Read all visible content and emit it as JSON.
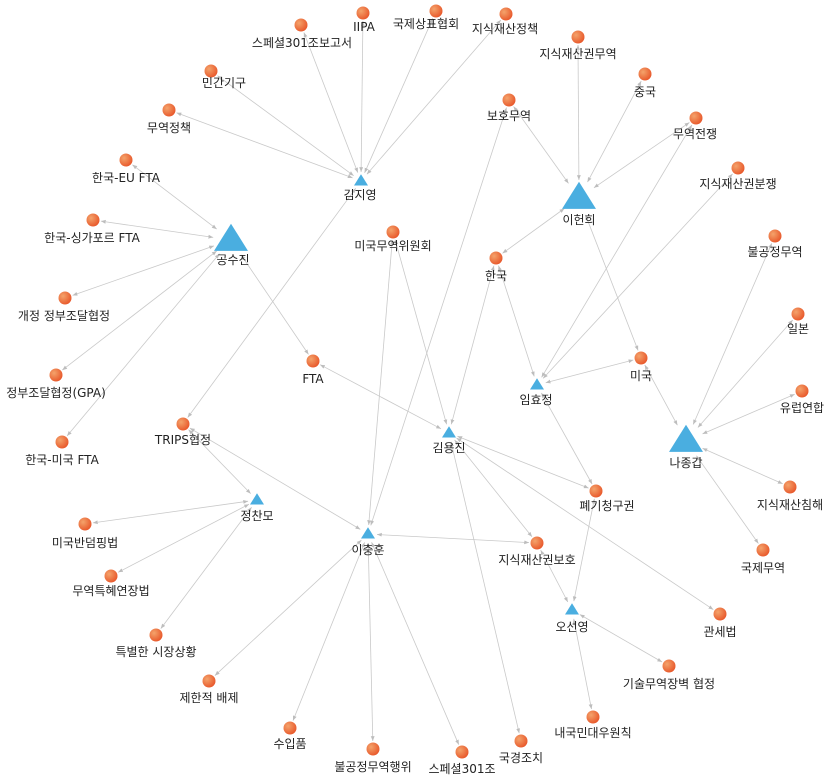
{
  "colors": {
    "author": "#4aaee0",
    "keyword": "#e8572a",
    "keyword_highlight": "#f4a36b",
    "edge": "#c9c9c9",
    "label": "#222222"
  },
  "nodes": [
    {
      "id": "kimjiyoung",
      "label": "김지영",
      "type": "author",
      "size": "small"
    },
    {
      "id": "gongsujin",
      "label": "공수진",
      "type": "author",
      "size": "large"
    },
    {
      "id": "leeheonhee",
      "label": "이헌희",
      "type": "author",
      "size": "large"
    },
    {
      "id": "limhyojung",
      "label": "임효정",
      "type": "author",
      "size": "small"
    },
    {
      "id": "najonggap",
      "label": "나종갑",
      "type": "author",
      "size": "large"
    },
    {
      "id": "kimyongjin",
      "label": "김용진",
      "type": "author",
      "size": "small"
    },
    {
      "id": "jeongchanmo",
      "label": "정찬모",
      "type": "author",
      "size": "small"
    },
    {
      "id": "leechunghoon",
      "label": "이충훈",
      "type": "author",
      "size": "small"
    },
    {
      "id": "ohseonyoung",
      "label": "오선영",
      "type": "author",
      "size": "small"
    },
    {
      "id": "k_special301report",
      "label": "스페셜301조보고서",
      "type": "keyword"
    },
    {
      "id": "k_iipa",
      "label": "IIPA",
      "type": "keyword"
    },
    {
      "id": "k_intltrademark",
      "label": "국제상표협회",
      "type": "keyword"
    },
    {
      "id": "k_ippolicy",
      "label": "지식재산정책",
      "type": "keyword"
    },
    {
      "id": "k_iptrade",
      "label": "지식재산권무역",
      "type": "keyword"
    },
    {
      "id": "k_private",
      "label": "민간기구",
      "type": "keyword"
    },
    {
      "id": "k_protectionism",
      "label": "보호무역",
      "type": "keyword"
    },
    {
      "id": "k_china",
      "label": "중국",
      "type": "keyword"
    },
    {
      "id": "k_tradepolicy",
      "label": "무역정책",
      "type": "keyword"
    },
    {
      "id": "k_tradewar",
      "label": "무역전쟁",
      "type": "keyword"
    },
    {
      "id": "k_koreaeu",
      "label": "한국-EU FTA",
      "type": "keyword"
    },
    {
      "id": "k_ipdispute",
      "label": "지식재산권분쟁",
      "type": "keyword"
    },
    {
      "id": "k_koreasg",
      "label": "한국-싱가포르 FTA",
      "type": "keyword"
    },
    {
      "id": "k_usitc",
      "label": "미국무역위원회",
      "type": "keyword"
    },
    {
      "id": "k_unfairtrade",
      "label": "불공정무역",
      "type": "keyword"
    },
    {
      "id": "k_korea",
      "label": "한국",
      "type": "keyword"
    },
    {
      "id": "k_revgpa",
      "label": "개정 정부조달협정",
      "type": "keyword"
    },
    {
      "id": "k_japan",
      "label": "일본",
      "type": "keyword"
    },
    {
      "id": "k_fta",
      "label": "FTA",
      "type": "keyword"
    },
    {
      "id": "k_usa",
      "label": "미국",
      "type": "keyword"
    },
    {
      "id": "k_gpa",
      "label": "정부조달협정(GPA)",
      "type": "keyword"
    },
    {
      "id": "k_eu",
      "label": "유럽연합",
      "type": "keyword"
    },
    {
      "id": "k_trips",
      "label": "TRIPS협정",
      "type": "keyword"
    },
    {
      "id": "k_koreaus",
      "label": "한국-미국 FTA",
      "type": "keyword"
    },
    {
      "id": "k_ipinfringe",
      "label": "지식재산침해",
      "type": "keyword"
    },
    {
      "id": "k_exhaustion",
      "label": "폐기청구권",
      "type": "keyword"
    },
    {
      "id": "k_usantidumping",
      "label": "미국반덤핑법",
      "type": "keyword"
    },
    {
      "id": "k_ipprotect",
      "label": "지식재산권보호",
      "type": "keyword"
    },
    {
      "id": "k_inttrade",
      "label": "국제무역",
      "type": "keyword"
    },
    {
      "id": "k_tradeext",
      "label": "무역특혜연장법",
      "type": "keyword"
    },
    {
      "id": "k_customs",
      "label": "관세법",
      "type": "keyword"
    },
    {
      "id": "k_special_market",
      "label": "특별한 시장상황",
      "type": "keyword"
    },
    {
      "id": "k_restrictive",
      "label": "제한적 배제",
      "type": "keyword"
    },
    {
      "id": "k_tbt",
      "label": "기술무역장벽 협정",
      "type": "keyword"
    },
    {
      "id": "k_nationaltreat",
      "label": "내국민대우원칙",
      "type": "keyword"
    },
    {
      "id": "k_import",
      "label": "수입품",
      "type": "keyword"
    },
    {
      "id": "k_unfairact",
      "label": "불공정무역행위",
      "type": "keyword"
    },
    {
      "id": "k_special301",
      "label": "스페셜301조",
      "type": "keyword"
    },
    {
      "id": "k_border",
      "label": "국경조치",
      "type": "keyword"
    }
  ],
  "edges": [
    [
      "kimjiyoung",
      "k_special301report"
    ],
    [
      "kimjiyoung",
      "k_iipa"
    ],
    [
      "kimjiyoung",
      "k_intltrademark"
    ],
    [
      "kimjiyoung",
      "k_ippolicy"
    ],
    [
      "kimjiyoung",
      "k_private"
    ],
    [
      "kimjiyoung",
      "k_tradepolicy"
    ],
    [
      "kimjiyoung",
      "k_trips"
    ],
    [
      "gongsujin",
      "k_koreaeu"
    ],
    [
      "gongsujin",
      "k_koreasg"
    ],
    [
      "gongsujin",
      "k_revgpa"
    ],
    [
      "gongsujin",
      "k_gpa"
    ],
    [
      "gongsujin",
      "k_koreaus"
    ],
    [
      "gongsujin",
      "k_fta"
    ],
    [
      "leeheonhee",
      "k_iptrade"
    ],
    [
      "leeheonhee",
      "k_protectionism"
    ],
    [
      "leeheonhee",
      "k_china"
    ],
    [
      "leeheonhee",
      "k_tradewar"
    ],
    [
      "leeheonhee",
      "k_korea"
    ],
    [
      "leeheonhee",
      "k_usa"
    ],
    [
      "limhyojung",
      "k_korea"
    ],
    [
      "limhyojung",
      "k_usa"
    ],
    [
      "limhyojung",
      "k_tradewar"
    ],
    [
      "limhyojung",
      "k_ipdispute"
    ],
    [
      "limhyojung",
      "k_exhaustion"
    ],
    [
      "najonggap",
      "k_usa"
    ],
    [
      "najonggap",
      "k_unfairtrade"
    ],
    [
      "najonggap",
      "k_japan"
    ],
    [
      "najonggap",
      "k_eu"
    ],
    [
      "najonggap",
      "k_ipinfringe"
    ],
    [
      "najonggap",
      "k_inttrade"
    ],
    [
      "kimyongjin",
      "k_fta"
    ],
    [
      "kimyongjin",
      "k_usitc"
    ],
    [
      "kimyongjin",
      "k_korea"
    ],
    [
      "kimyongjin",
      "k_exhaustion"
    ],
    [
      "kimyongjin",
      "k_ipprotect"
    ],
    [
      "kimyongjin",
      "k_customs"
    ],
    [
      "kimyongjin",
      "k_border"
    ],
    [
      "jeongchanmo",
      "k_trips"
    ],
    [
      "jeongchanmo",
      "k_usantidumping"
    ],
    [
      "jeongchanmo",
      "k_tradeext"
    ],
    [
      "jeongchanmo",
      "k_special_market"
    ],
    [
      "leechunghoon",
      "k_trips"
    ],
    [
      "leechunghoon",
      "k_usitc"
    ],
    [
      "leechunghoon",
      "k_protectionism"
    ],
    [
      "leechunghoon",
      "k_ipprotect"
    ],
    [
      "leechunghoon",
      "k_restrictive"
    ],
    [
      "leechunghoon",
      "k_import"
    ],
    [
      "leechunghoon",
      "k_unfairact"
    ],
    [
      "leechunghoon",
      "k_special301"
    ],
    [
      "ohseonyoung",
      "k_ipprotect"
    ],
    [
      "ohseonyoung",
      "k_tbt"
    ],
    [
      "ohseonyoung",
      "k_nationaltreat"
    ],
    [
      "ohseonyoung",
      "k_exhaustion"
    ]
  ]
}
